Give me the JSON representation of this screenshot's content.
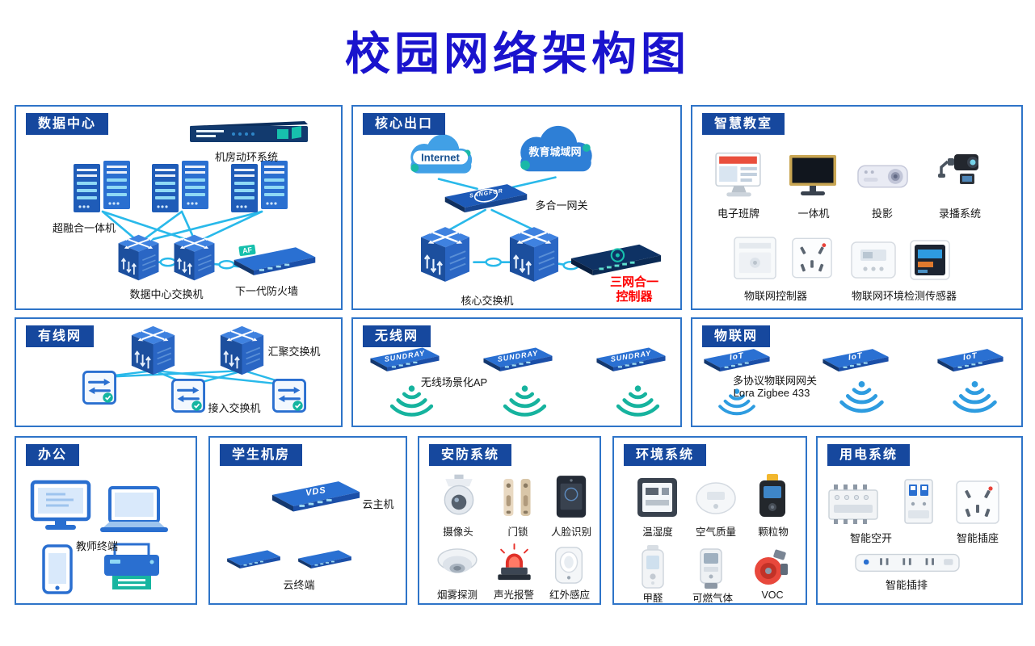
{
  "title": "校园网络架构图",
  "colors": {
    "title_blue": "#1a13cd",
    "panel_border": "#2e74c8",
    "tab_bg": "#16489e",
    "link_cyan": "#29b9ea",
    "device_blue": "#2a6fd0",
    "teal": "#17c0ad",
    "alert_red": "#fe0000"
  },
  "panels": {
    "datacenter": {
      "title": "数据中心",
      "env_system": "机房动环系统",
      "hyperconverged": "超融合一体机",
      "dc_switch": "数据中心交换机",
      "firewall": "下一代防火墙",
      "firewall_badge": "AF"
    },
    "core_exit": {
      "title": "核心出口",
      "internet": "Internet",
      "edu_man": "教育城域网",
      "gateway_brand": "SANGFOR",
      "gateway": "多合一网关",
      "core_switch": "核心交换机",
      "controller_line1": "三网合一",
      "controller_line2": "控制器"
    },
    "smart_classroom": {
      "title": "智慧教室",
      "row1": [
        "电子班牌",
        "一体机",
        "投影",
        "录播系统"
      ],
      "row2": [
        "物联网控制器",
        "物联网环境检测传感器"
      ]
    },
    "wired": {
      "title": "有线网",
      "aggregation": "汇聚交换机",
      "access": "接入交换机"
    },
    "wireless": {
      "title": "无线网",
      "ap_brand": "SUNDRAY",
      "ap_label": "无线场景化AP"
    },
    "iot": {
      "title": "物联网",
      "device_brand": "IoT",
      "gateway_line1": "多协议物联网网关",
      "gateway_line2": "Lora Zigbee 433"
    },
    "office": {
      "title": "办公",
      "terminal": "教师终端"
    },
    "student_room": {
      "title": "学生机房",
      "host_brand": "VDS",
      "host": "云主机",
      "terminal": "云终端"
    },
    "security": {
      "title": "安防系统",
      "row1": [
        "摄像头",
        "门锁",
        "人脸识别"
      ],
      "row2": [
        "烟雾探测",
        "声光报警",
        "红外感应"
      ]
    },
    "environment": {
      "title": "环境系统",
      "row1": [
        "温湿度",
        "空气质量",
        "颗粒物"
      ],
      "row2": [
        "甲醛",
        "可燃气体",
        "VOC"
      ]
    },
    "power": {
      "title": "用电系统",
      "row1": [
        "智能空开",
        "智能插座"
      ],
      "row2": [
        "智能插排"
      ]
    }
  }
}
